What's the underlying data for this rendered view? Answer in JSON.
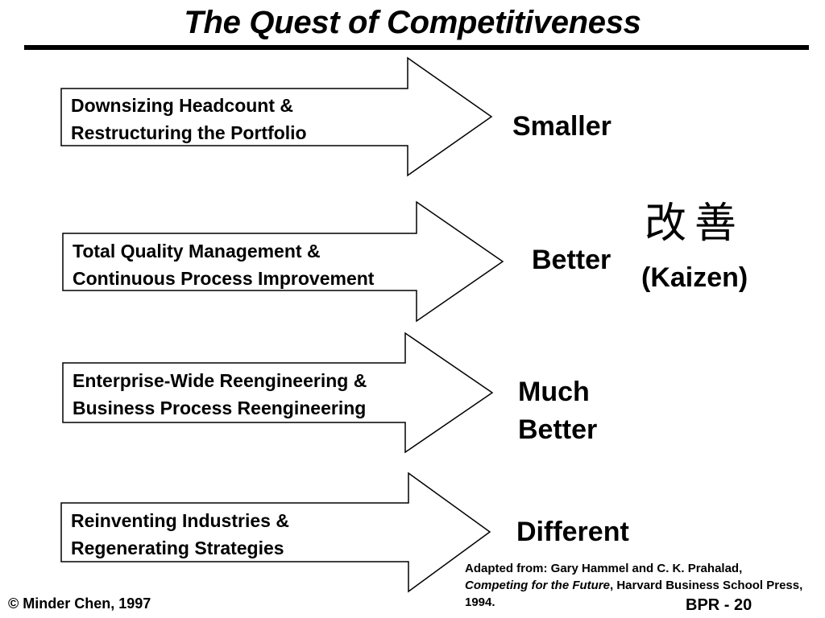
{
  "title": "The Quest of Competitiveness",
  "arrows": [
    {
      "line1": "Downsizing Headcount &",
      "line2": "Restructuring the Portfolio",
      "result": "Smaller"
    },
    {
      "line1": "Total Quality Management &",
      "line2": "Continuous Process Improvement",
      "result": "Better"
    },
    {
      "line1": "Enterprise-Wide Reengineering &",
      "line2": "Business Process Reengineering",
      "result_line1": "Much",
      "result_line2": "Better"
    },
    {
      "line1": "Reinventing Industries &",
      "line2": "Regenerating Strategies",
      "result": "Different"
    }
  ],
  "kaizen": {
    "glyphs": "改善",
    "label": "(Kaizen)"
  },
  "citation": {
    "prefix": "Adapted from: Gary Hammel and C. K. Prahalad,",
    "book": "Competing for the Future",
    "suffix": ", Harvard Business School Press, 1994."
  },
  "footer": {
    "copyright": "© Minder Chen, 1997",
    "page_label": "BPR - 20"
  },
  "colors": {
    "foreground": "#000000",
    "background": "#ffffff"
  }
}
